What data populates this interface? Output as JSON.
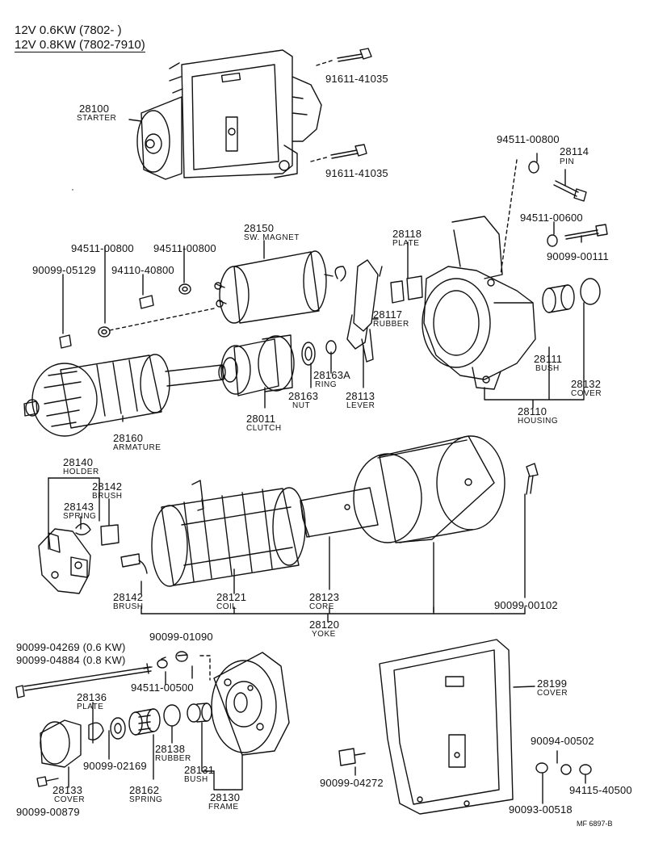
{
  "header": {
    "line1": "12V 0.6KW (7802-        )",
    "line2": "12V 0.8KW (7802-7910)"
  },
  "parts": {
    "p91611_a": "91611-41035",
    "p91611_b": "91611-41035",
    "p28100": "28100",
    "p28100_name": "STARTER",
    "p94511_00800_a": "94511-00800",
    "p28114": "28114",
    "p28114_name": "PIN",
    "p94511_00600": "94511-00600",
    "p90099_00111": "90099-00111",
    "p28150": "28150",
    "p28150_name": "SW. MAGNET",
    "p94511_00800_b": "94511-00800",
    "p94511_00800_c": "94511-00800",
    "p28118": "28118",
    "p28118_name": "PLATE",
    "p90099_05129": "90099-05129",
    "p94110_40800": "94110-40800",
    "p28117": "28117",
    "p28117_name": "RUBBER",
    "p28111": "28111",
    "p28111_name": "BUSH",
    "p28132": "28132",
    "p28132_name": "COVER",
    "p28163A": "28163A",
    "p28163A_name": "RING",
    "p28163": "28163",
    "p28163_name": "NUT",
    "p28113": "28113",
    "p28113_name": "LEVER",
    "p28011": "28011",
    "p28011_name": "CLUTCH",
    "p28110": "28110",
    "p28110_name": "HOUSING",
    "p28160": "28160",
    "p28160_name": "ARMATURE",
    "p28140": "28140",
    "p28140_name": "HOLDER",
    "p28142_a": "28142",
    "p28142_a_name": "BRUSH",
    "p28143": "28143",
    "p28143_name": "SPRING",
    "p28142_b": "28142",
    "p28142_b_name": "BRUSH",
    "p28121": "28121",
    "p28121_name": "COIL",
    "p28123": "28123",
    "p28123_name": "CORE",
    "p90099_00102": "90099-00102",
    "p28120": "28120",
    "p28120_name": "YOKE",
    "p90099_01090": "90099-01090",
    "p90099_04269": "90099-04269 (0.6 KW)",
    "p90099_04884": "90099-04884 (0.8 KW)",
    "p94511_00500": "94511-00500",
    "p28136": "28136",
    "p28136_name": "PLATE",
    "p90099_02169": "90099-02169",
    "p28138": "28138",
    "p28138_name": "RUBBER",
    "p28133": "28133",
    "p28133_name": "COVER",
    "p28162": "28162",
    "p28162_name": "SPRING",
    "p28131": "28131",
    "p28131_name": "BUSH",
    "p28130": "28130",
    "p28130_name": "FRAME",
    "p90099_00879": "90099-00879",
    "p90099_04272": "90099-04272",
    "p28199": "28199",
    "p28199_name": "COVER",
    "p90094_00502": "90094-00502",
    "p94115_40500": "94115-40500",
    "p90093_00518": "90093-00518"
  },
  "footer": {
    "ref": "MF 6897-B"
  }
}
